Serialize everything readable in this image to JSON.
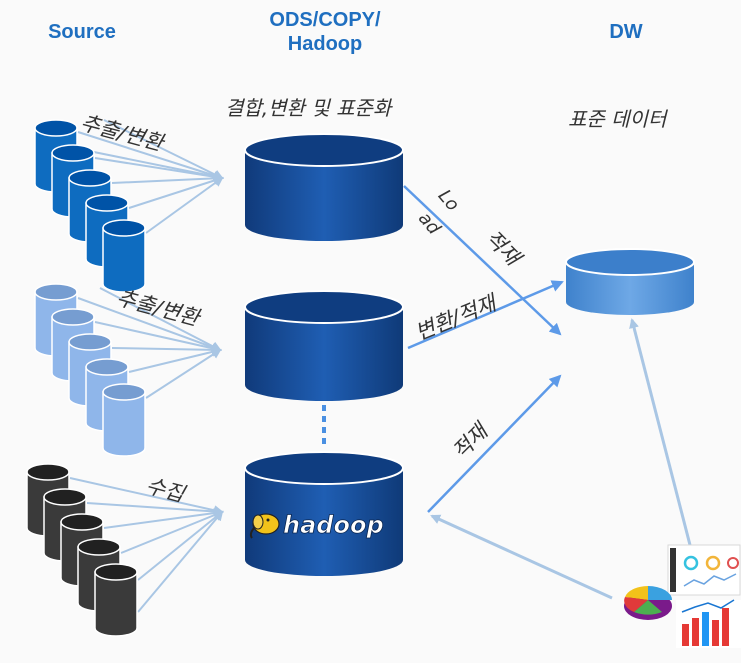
{
  "headers": {
    "source": "Source",
    "ods_line1": "ODS/COPY/",
    "ods_line2": "Hadoop",
    "dw": "DW"
  },
  "labels": {
    "combine": "결합,변환 및 표준화",
    "standard_data": "표준 데이터",
    "extract1": "추출/변환",
    "extract2": "추출/변환",
    "collect": "수집",
    "load_lo": "Lo",
    "load_ad": "ad",
    "load1": "적재",
    "transform_load": "변환/적재",
    "load2": "적재"
  },
  "hadoop_logo": "hadoop",
  "colors": {
    "header_blue": "#1f6fc0",
    "source_blue": "#0e6cc0",
    "source_light": "#8fb6ea",
    "source_dark": "#3a3a3a",
    "db_navy": "#143f82",
    "dw_blue": "#5393d6",
    "arrow_light": "#a9c6e4",
    "arrow_bright": "#5d9ae8"
  }
}
